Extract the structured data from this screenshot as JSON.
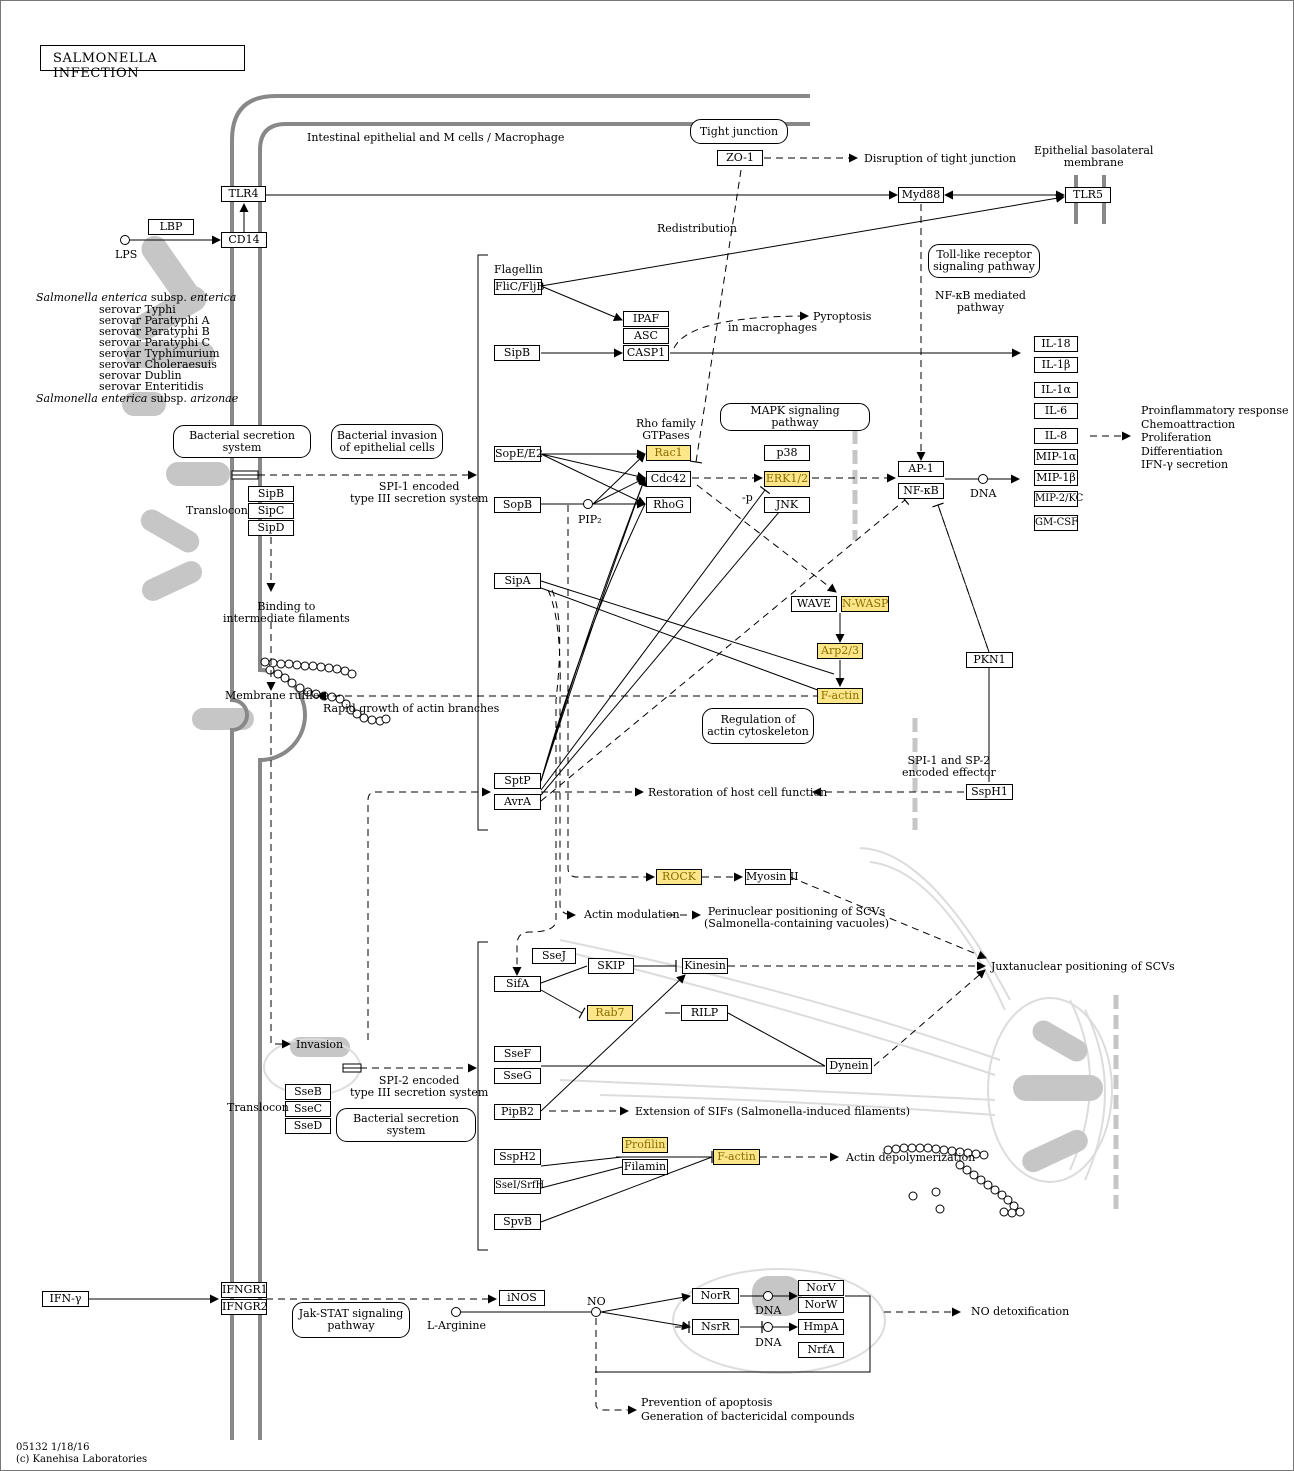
{
  "title": "SALMONELLA INFECTION",
  "footer": {
    "line1": "05132 1/18/16",
    "line2": "(c) Kanehisa Laboratories"
  },
  "highlight_color": "#fde68a",
  "nodes": {
    "tlr4": "TLR4",
    "lbp": "LBP",
    "cd14": "CD14",
    "zo1": "ZO-1",
    "myd88": "Myd88",
    "tlr5": "TLR5",
    "flic": "FliC/FljB",
    "ipaf": "IPAF",
    "asc": "ASC",
    "casp1": "CASP1",
    "sipb_top": "SipB",
    "il18": "IL-18",
    "il1b": "IL-1β",
    "il1a": "IL-1α",
    "il6": "IL-6",
    "il8": "IL-8",
    "mip1a": "MIP-1α",
    "mip1b": "MIP-1β",
    "mip2kc": "MIP-2/KC",
    "gmcsf": "GM-CSF",
    "sope": "SopE/E2",
    "rac1": "Rac1",
    "cdc42": "Cdc42",
    "rhog": "RhoG",
    "sopb": "SopB",
    "p38": "p38",
    "erk": "ERK1/2",
    "jnk": "JNK",
    "ap1": "AP-1",
    "nfkb": "NF-κB",
    "sipb": "SipB",
    "sipc": "SipC",
    "sipd": "SipD",
    "sipa": "SipA",
    "wave": "WAVE",
    "nwasp": "N-WASP",
    "arp23": "Arp2/3",
    "factin1": "F-actin",
    "pkn1": "PKN1",
    "sptp": "SptP",
    "avra": "AvrA",
    "ssph1": "SspH1",
    "rock": "ROCK",
    "myosin": "Myosin II",
    "ssej": "SseJ",
    "skip": "SKIP",
    "kinesin": "Kinesin",
    "sifa": "SifA",
    "rab7": "Rab7",
    "rilp": "RILP",
    "ssef": "SseF",
    "sseg": "SseG",
    "dynein": "Dynein",
    "pipb2": "PipB2",
    "profilin": "Profilin",
    "filamin": "Filamin",
    "factin2": "F-actin",
    "ssph2": "SspH2",
    "ssei": "SseI/SrfH",
    "spvb": "SpvB",
    "sseb": "SseB",
    "ssec": "SseC",
    "ssed": "SseD",
    "ifng": "IFN-γ",
    "ifngr1": "IFNGR1",
    "ifngr2": "IFNGR2",
    "inos": "iNOS",
    "norr": "NorR",
    "nsrr": "NsrR",
    "norv": "NorV",
    "norw": "NorW",
    "hmpa": "HmpA",
    "nrfa": "NrfA"
  },
  "pills": {
    "tight": "Tight junction",
    "tlr_path": "Toll-like receptor\nsignaling pathway",
    "bss1": "Bacterial secretion system",
    "invasion_path": "Bacterial invasion\nof epithelial cells",
    "mapk": "MAPK signaling pathway",
    "reg_actin": "Regulation of\nactin cytoskeleton",
    "bss2": "Bacterial secretion system",
    "jakstat": "Jak-STAT signaling\npathway"
  },
  "labels": {
    "cells": "Intestinal epithelial and M cells / Macrophage",
    "disruption": "Disruption of tight junction",
    "basolateral": "Epithelial basolateral\nmembrane",
    "lps": "LPS",
    "redistribution": "Redistribution",
    "nfkb_mediated": "NF-κB mediated\npathway",
    "flagellin": "Flagellin",
    "pyroptosis": "Pyroptosis",
    "macrophages": "in macrophages",
    "strains_1a": "Salmonella enterica",
    "strains_1b": " subsp. ",
    "strains_1c": "enterica",
    "strains_body": "serovar Typhi\nserovar Paratyphi A\nserovar Paratyphi B\nserovar Paratyphi C\nserovar Typhimurium\nserovar Choleraesuis\nserovar Dublin\nserovar Enteritidis",
    "strains_2a": "Salmonella enterica",
    "strains_2b": " subsp. ",
    "strains_2c": "arizonae",
    "inflammatory": "Proinflammatory response\nChemoattraction\nProliferation\nDifferentiation\nIFN-γ secretion",
    "rho": "Rho family\nGTPases",
    "spi1": "SPI-1 encoded\ntype III secretion system",
    "translocon1": "Translocon",
    "pip2": "PIP₂",
    "p_label": "-p",
    "dna1": "DNA",
    "binding": "Binding to\nintermediate filaments",
    "membrane_ruffles": "Membrane ruffles",
    "rapid_growth": "Rapid growth of actin branches",
    "spi_effector": "SPI-1 and SP-2\nencoded effector",
    "restoration": "Restoration of host cell function",
    "actin_mod": "Actin modulation",
    "perinuclear": "Perinuclear positioning of SCVs\n(Salmonella-containing vacuoles)",
    "juxtanuclear": "Juxtanuclear positioning of SCVs",
    "invasion": "Invasion",
    "spi2": "SPI-2 encoded\ntype III secretion system",
    "translocon2": "Translocon",
    "extension": "Extension of SIFs (Salmonella-induced filaments)",
    "actin_depol": "Actin depolymerization",
    "larginine": "L-Arginine",
    "no": "NO",
    "dna2": "DNA",
    "dna3": "DNA",
    "no_detox": "NO detoxification",
    "prevention": "Prevention of apoptosis\nGeneration of bactericidal compounds"
  }
}
